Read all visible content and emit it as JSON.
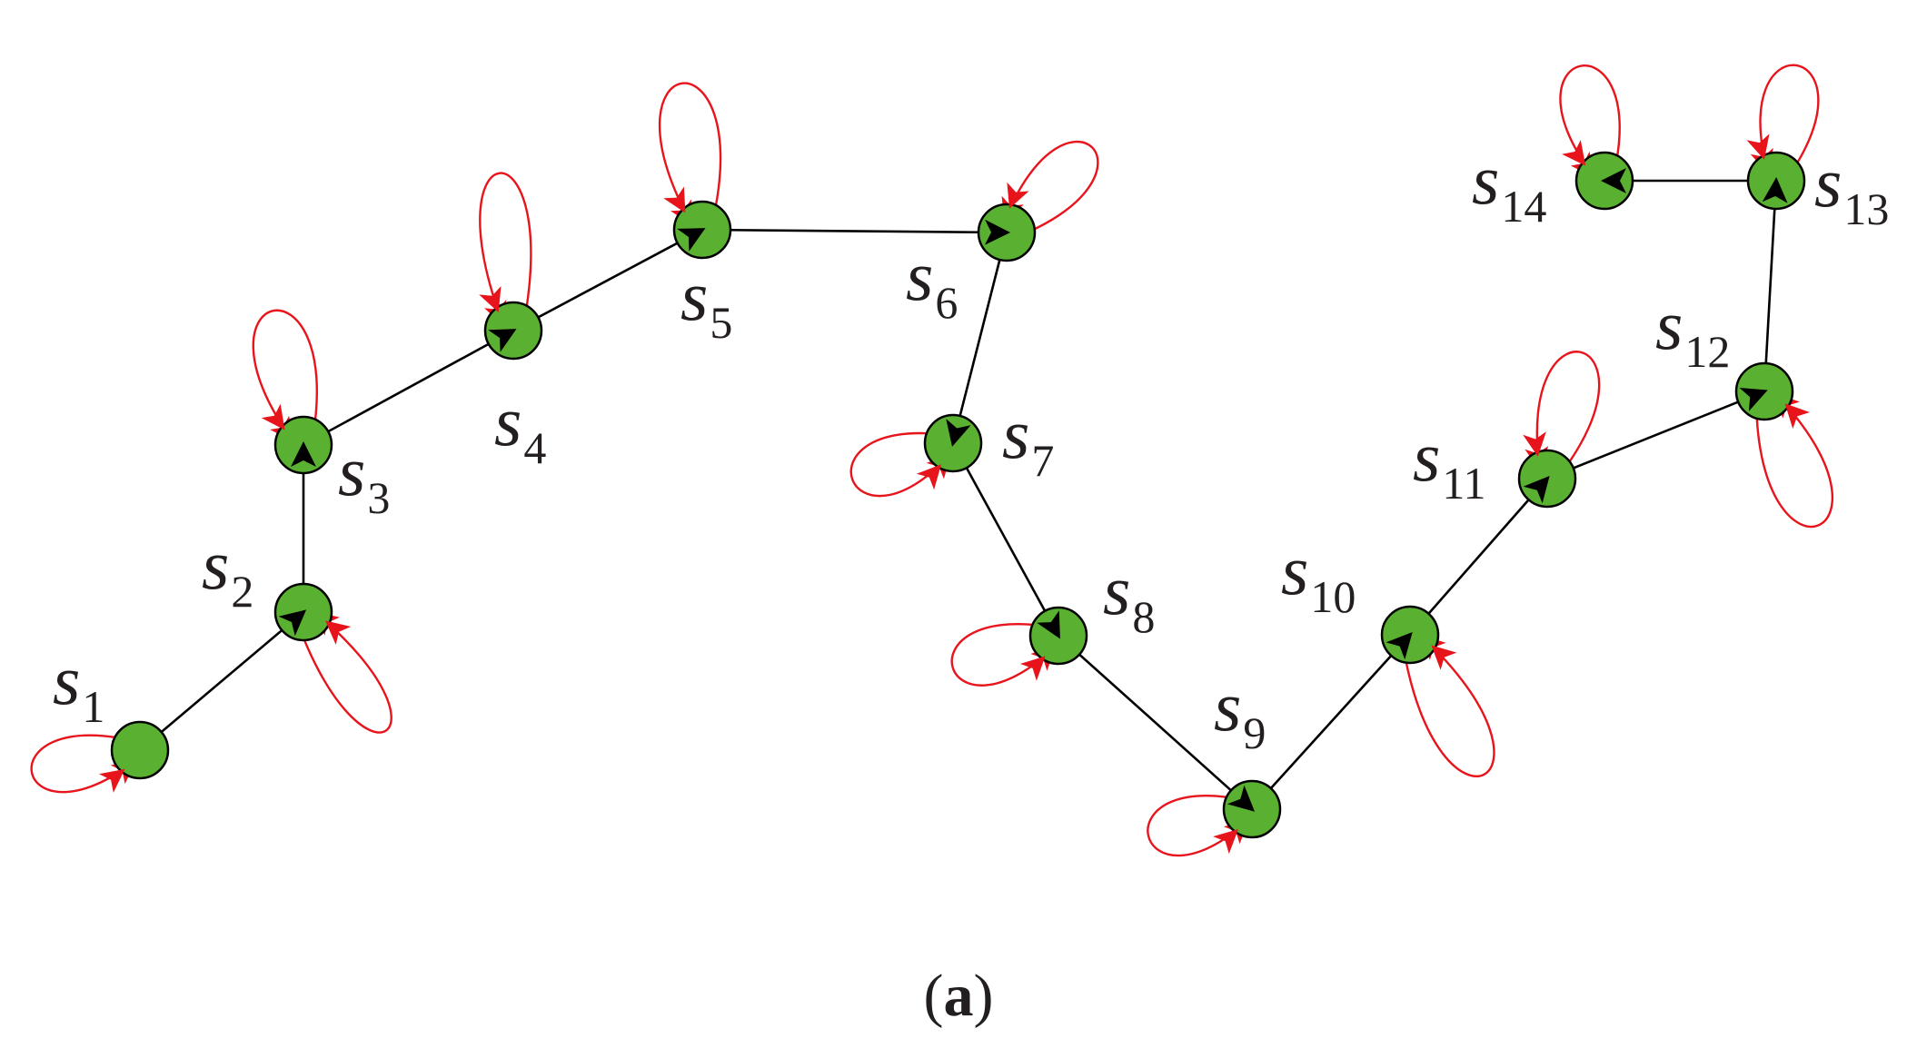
{
  "colors": {
    "node_fill": "#5ab030",
    "node_stroke": "#000000",
    "edge": "#000000",
    "self_loop": "#e8141c",
    "text": "#231f20"
  },
  "states": [
    {
      "id": "s1",
      "symbol": "s",
      "subscript": "1"
    },
    {
      "id": "s2",
      "symbol": "s",
      "subscript": "2"
    },
    {
      "id": "s3",
      "symbol": "s",
      "subscript": "3"
    },
    {
      "id": "s4",
      "symbol": "s",
      "subscript": "4"
    },
    {
      "id": "s5",
      "symbol": "s",
      "subscript": "5"
    },
    {
      "id": "s6",
      "symbol": "s",
      "subscript": "6"
    },
    {
      "id": "s7",
      "symbol": "s",
      "subscript": "7"
    },
    {
      "id": "s8",
      "symbol": "s",
      "subscript": "8"
    },
    {
      "id": "s9",
      "symbol": "s",
      "subscript": "9"
    },
    {
      "id": "s10",
      "symbol": "s",
      "subscript": "10"
    },
    {
      "id": "s11",
      "symbol": "s",
      "subscript": "11"
    },
    {
      "id": "s12",
      "symbol": "s",
      "subscript": "12"
    },
    {
      "id": "s13",
      "symbol": "s",
      "subscript": "13"
    },
    {
      "id": "s14",
      "symbol": "s",
      "subscript": "14"
    }
  ],
  "transitions": [
    {
      "from": "s1",
      "to": "s2"
    },
    {
      "from": "s2",
      "to": "s3"
    },
    {
      "from": "s3",
      "to": "s4"
    },
    {
      "from": "s4",
      "to": "s5"
    },
    {
      "from": "s5",
      "to": "s6"
    },
    {
      "from": "s6",
      "to": "s7"
    },
    {
      "from": "s7",
      "to": "s8"
    },
    {
      "from": "s8",
      "to": "s9"
    },
    {
      "from": "s9",
      "to": "s10"
    },
    {
      "from": "s10",
      "to": "s11"
    },
    {
      "from": "s11",
      "to": "s12"
    },
    {
      "from": "s12",
      "to": "s13"
    },
    {
      "from": "s13",
      "to": "s14"
    }
  ],
  "self_loops": [
    "s1",
    "s2",
    "s3",
    "s4",
    "s5",
    "s6",
    "s7",
    "s8",
    "s9",
    "s10",
    "s11",
    "s12",
    "s13",
    "s14"
  ],
  "caption": {
    "open": "(",
    "letter": "a",
    "close": ")"
  }
}
